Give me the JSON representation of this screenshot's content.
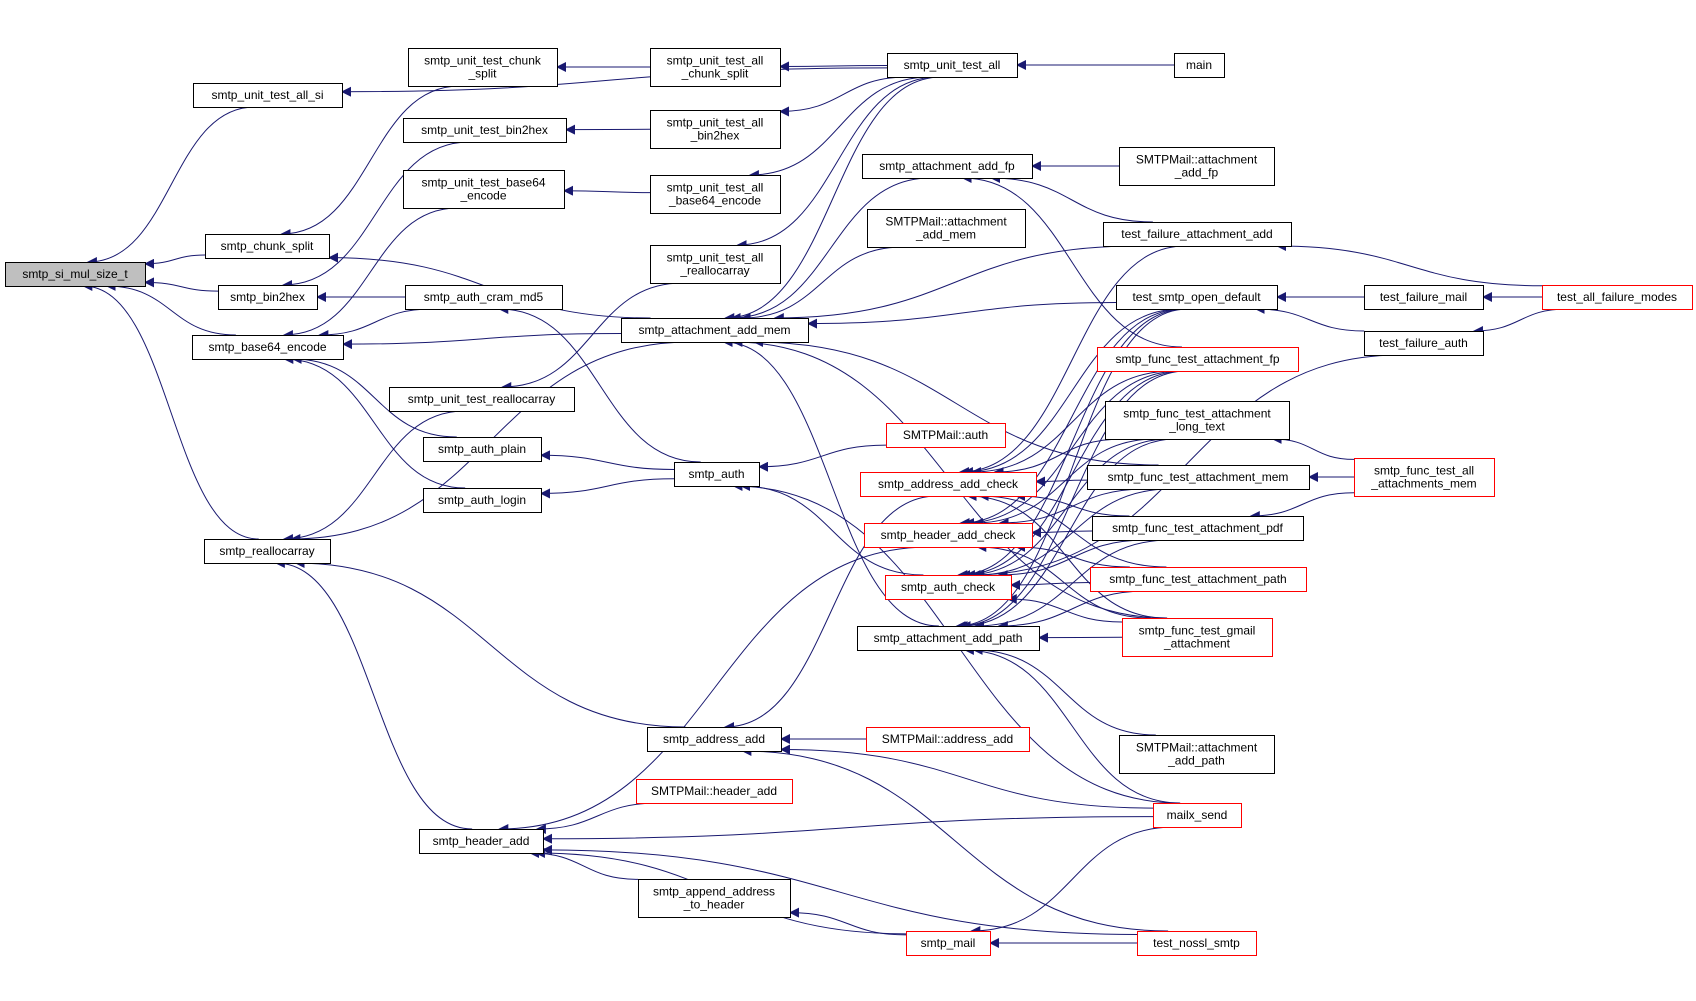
{
  "graph": {
    "edge_color": "#191970",
    "node_border_color": "#000000",
    "highlight_border_color": "#ff0000",
    "focus_fill_color": "#bfbfbf",
    "nodes": [
      {
        "id": "smtp_si_mul_size_t",
        "lines": [
          "smtp_si_mul_size_t"
        ],
        "focus": true
      },
      {
        "id": "smtp_unit_test_all_si",
        "lines": [
          "smtp_unit_test_all_si"
        ]
      },
      {
        "id": "smtp_unit_test_chunk_split",
        "lines": [
          "smtp_unit_test_chunk",
          "_split"
        ]
      },
      {
        "id": "smtp_unit_test_all_chunk_split",
        "lines": [
          "smtp_unit_test_all",
          "_chunk_split"
        ]
      },
      {
        "id": "smtp_unit_test_all",
        "lines": [
          "smtp_unit_test_all"
        ]
      },
      {
        "id": "main",
        "lines": [
          "main"
        ]
      },
      {
        "id": "smtp_unit_test_bin2hex",
        "lines": [
          "smtp_unit_test_bin2hex"
        ]
      },
      {
        "id": "smtp_unit_test_all_bin2hex",
        "lines": [
          "smtp_unit_test_all",
          "_bin2hex"
        ]
      },
      {
        "id": "smtp_unit_test_base64_encode",
        "lines": [
          "smtp_unit_test_base64",
          "_encode"
        ]
      },
      {
        "id": "smtp_unit_test_all_base64_encode",
        "lines": [
          "smtp_unit_test_all",
          "_base64_encode"
        ]
      },
      {
        "id": "smtp_attachment_add_fp",
        "lines": [
          "smtp_attachment_add_fp"
        ]
      },
      {
        "id": "SMTPMail_attachment_add_fp",
        "lines": [
          "SMTPMail::attachment",
          "_add_fp"
        ]
      },
      {
        "id": "SMTPMail_attachment_add_mem",
        "lines": [
          "SMTPMail::attachment",
          "_add_mem"
        ]
      },
      {
        "id": "test_failure_attachment_add",
        "lines": [
          "test_failure_attachment_add"
        ]
      },
      {
        "id": "smtp_chunk_split",
        "lines": [
          "smtp_chunk_split"
        ]
      },
      {
        "id": "smtp_unit_test_all_reallocarray",
        "lines": [
          "smtp_unit_test_all",
          "_reallocarray"
        ]
      },
      {
        "id": "smtp_bin2hex",
        "lines": [
          "smtp_bin2hex"
        ]
      },
      {
        "id": "smtp_auth_cram_md5",
        "lines": [
          "smtp_auth_cram_md5"
        ]
      },
      {
        "id": "test_smtp_open_default",
        "lines": [
          "test_smtp_open_default"
        ]
      },
      {
        "id": "test_failure_mail",
        "lines": [
          "test_failure_mail"
        ]
      },
      {
        "id": "test_all_failure_modes",
        "lines": [
          "test_all_failure_modes"
        ],
        "red": true
      },
      {
        "id": "smtp_attachment_add_mem",
        "lines": [
          "smtp_attachment_add_mem"
        ]
      },
      {
        "id": "smtp_base64_encode",
        "lines": [
          "smtp_base64_encode"
        ]
      },
      {
        "id": "test_failure_auth",
        "lines": [
          "test_failure_auth"
        ]
      },
      {
        "id": "smtp_func_test_attachment_fp",
        "lines": [
          "smtp_func_test_attachment_fp"
        ],
        "red": true
      },
      {
        "id": "smtp_unit_test_reallocarray",
        "lines": [
          "smtp_unit_test_reallocarray"
        ]
      },
      {
        "id": "smtp_func_test_attachment_long_text",
        "lines": [
          "smtp_func_test_attachment",
          "_long_text"
        ]
      },
      {
        "id": "smtp_auth_plain",
        "lines": [
          "smtp_auth_plain"
        ]
      },
      {
        "id": "SMTPMail_auth",
        "lines": [
          "SMTPMail::auth"
        ],
        "red": true
      },
      {
        "id": "smtp_func_test_all_attachments_mem",
        "lines": [
          "smtp_func_test_all",
          "_attachments_mem"
        ],
        "red": true
      },
      {
        "id": "smtp_auth",
        "lines": [
          "smtp_auth"
        ]
      },
      {
        "id": "smtp_address_add_check",
        "lines": [
          "smtp_address_add_check"
        ],
        "red": true
      },
      {
        "id": "smtp_func_test_attachment_mem",
        "lines": [
          "smtp_func_test_attachment_mem"
        ]
      },
      {
        "id": "smtp_auth_login",
        "lines": [
          "smtp_auth_login"
        ]
      },
      {
        "id": "smtp_header_add_check",
        "lines": [
          "smtp_header_add_check"
        ],
        "red": true
      },
      {
        "id": "smtp_func_test_attachment_pdf",
        "lines": [
          "smtp_func_test_attachment_pdf"
        ]
      },
      {
        "id": "smtp_reallocarray",
        "lines": [
          "smtp_reallocarray"
        ]
      },
      {
        "id": "smtp_auth_check",
        "lines": [
          "smtp_auth_check"
        ],
        "red": true
      },
      {
        "id": "smtp_func_test_attachment_path",
        "lines": [
          "smtp_func_test_attachment_path"
        ],
        "red": true
      },
      {
        "id": "smtp_func_test_gmail_attachment",
        "lines": [
          "smtp_func_test_gmail",
          "_attachment"
        ],
        "red": true
      },
      {
        "id": "smtp_attachment_add_path",
        "lines": [
          "smtp_attachment_add_path"
        ]
      },
      {
        "id": "smtp_address_add",
        "lines": [
          "smtp_address_add"
        ]
      },
      {
        "id": "SMTPMail_address_add",
        "lines": [
          "SMTPMail::address_add"
        ],
        "red": true
      },
      {
        "id": "SMTPMail_attachment_add_path",
        "lines": [
          "SMTPMail::attachment",
          "_add_path"
        ]
      },
      {
        "id": "SMTPMail_header_add",
        "lines": [
          "SMTPMail::header_add"
        ],
        "red": true
      },
      {
        "id": "mailx_send",
        "lines": [
          "mailx_send"
        ],
        "red": true
      },
      {
        "id": "smtp_header_add",
        "lines": [
          "smtp_header_add"
        ]
      },
      {
        "id": "smtp_append_address_to_header",
        "lines": [
          "smtp_append_address",
          "_to_header"
        ]
      },
      {
        "id": "smtp_mail",
        "lines": [
          "smtp_mail"
        ],
        "red": true
      },
      {
        "id": "test_nossl_smtp",
        "lines": [
          "test_nossl_smtp"
        ],
        "red": true
      }
    ],
    "edges": [
      [
        "smtp_unit_test_all_si",
        "smtp_si_mul_size_t"
      ],
      [
        "smtp_chunk_split",
        "smtp_si_mul_size_t"
      ],
      [
        "smtp_bin2hex",
        "smtp_si_mul_size_t"
      ],
      [
        "smtp_base64_encode",
        "smtp_si_mul_size_t"
      ],
      [
        "smtp_reallocarray",
        "smtp_si_mul_size_t"
      ],
      [
        "smtp_unit_test_all",
        "smtp_unit_test_all_si"
      ],
      [
        "smtp_unit_test_chunk_split",
        "smtp_chunk_split"
      ],
      [
        "smtp_unit_test_all_chunk_split",
        "smtp_unit_test_chunk_split"
      ],
      [
        "smtp_unit_test_all",
        "smtp_unit_test_all_chunk_split"
      ],
      [
        "main",
        "smtp_unit_test_all"
      ],
      [
        "smtp_unit_test_bin2hex",
        "smtp_bin2hex"
      ],
      [
        "smtp_unit_test_all_bin2hex",
        "smtp_unit_test_bin2hex"
      ],
      [
        "smtp_unit_test_all",
        "smtp_unit_test_all_bin2hex"
      ],
      [
        "smtp_unit_test_base64_encode",
        "smtp_base64_encode"
      ],
      [
        "smtp_unit_test_all_base64_encode",
        "smtp_unit_test_base64_encode"
      ],
      [
        "smtp_unit_test_all",
        "smtp_unit_test_all_base64_encode"
      ],
      [
        "smtp_unit_test_reallocarray",
        "smtp_reallocarray"
      ],
      [
        "smtp_unit_test_all_reallocarray",
        "smtp_unit_test_reallocarray"
      ],
      [
        "smtp_unit_test_all",
        "smtp_unit_test_all_reallocarray"
      ],
      [
        "smtp_auth_cram_md5",
        "smtp_bin2hex"
      ],
      [
        "smtp_auth_cram_md5",
        "smtp_base64_encode"
      ],
      [
        "smtp_auth_plain",
        "smtp_base64_encode"
      ],
      [
        "smtp_auth_login",
        "smtp_base64_encode"
      ],
      [
        "smtp_attachment_add_mem",
        "smtp_chunk_split"
      ],
      [
        "smtp_attachment_add_mem",
        "smtp_base64_encode"
      ],
      [
        "smtp_attachment_add_mem",
        "smtp_reallocarray"
      ],
      [
        "smtp_address_add",
        "smtp_reallocarray"
      ],
      [
        "smtp_header_add",
        "smtp_reallocarray"
      ],
      [
        "smtp_auth",
        "smtp_auth_cram_md5"
      ],
      [
        "smtp_auth",
        "smtp_auth_plain"
      ],
      [
        "smtp_auth",
        "smtp_auth_login"
      ],
      [
        "SMTPMail_auth",
        "smtp_auth"
      ],
      [
        "smtp_auth_check",
        "smtp_auth"
      ],
      [
        "mailx_send",
        "smtp_auth"
      ],
      [
        "smtp_attachment_add_fp",
        "smtp_attachment_add_mem"
      ],
      [
        "SMTPMail_attachment_add_mem",
        "smtp_attachment_add_mem"
      ],
      [
        "smtp_attachment_add_path",
        "smtp_attachment_add_mem"
      ],
      [
        "smtp_unit_test_all",
        "smtp_attachment_add_mem"
      ],
      [
        "test_failure_attachment_add",
        "smtp_attachment_add_mem"
      ],
      [
        "test_smtp_open_default",
        "smtp_attachment_add_mem"
      ],
      [
        "smtp_func_test_attachment_mem",
        "smtp_attachment_add_mem"
      ],
      [
        "smtp_func_test_gmail_attachment",
        "smtp_attachment_add_mem"
      ],
      [
        "SMTPMail_attachment_add_fp",
        "smtp_attachment_add_fp"
      ],
      [
        "test_failure_attachment_add",
        "smtp_attachment_add_fp"
      ],
      [
        "smtp_func_test_attachment_fp",
        "smtp_attachment_add_fp"
      ],
      [
        "test_all_failure_modes",
        "test_failure_attachment_add"
      ],
      [
        "test_failure_mail",
        "test_smtp_open_default"
      ],
      [
        "test_failure_auth",
        "test_smtp_open_default"
      ],
      [
        "test_all_failure_modes",
        "test_failure_mail"
      ],
      [
        "test_all_failure_modes",
        "test_failure_auth"
      ],
      [
        "test_failure_auth",
        "smtp_auth_check"
      ],
      [
        "smtp_func_test_all_attachments_mem",
        "smtp_func_test_attachment_long_text"
      ],
      [
        "smtp_func_test_all_attachments_mem",
        "smtp_func_test_attachment_mem"
      ],
      [
        "smtp_func_test_all_attachments_mem",
        "smtp_func_test_attachment_pdf"
      ],
      [
        "test_failure_attachment_add",
        "smtp_address_add_check"
      ],
      [
        "test_smtp_open_default",
        "smtp_address_add_check"
      ],
      [
        "smtp_func_test_attachment_fp",
        "smtp_address_add_check"
      ],
      [
        "smtp_func_test_attachment_long_text",
        "smtp_address_add_check"
      ],
      [
        "smtp_func_test_attachment_mem",
        "smtp_address_add_check"
      ],
      [
        "smtp_func_test_attachment_pdf",
        "smtp_address_add_check"
      ],
      [
        "smtp_func_test_attachment_path",
        "smtp_address_add_check"
      ],
      [
        "smtp_func_test_gmail_attachment",
        "smtp_address_add_check"
      ],
      [
        "test_smtp_open_default",
        "smtp_header_add_check"
      ],
      [
        "smtp_func_test_attachment_fp",
        "smtp_header_add_check"
      ],
      [
        "smtp_func_test_attachment_long_text",
        "smtp_header_add_check"
      ],
      [
        "smtp_func_test_attachment_mem",
        "smtp_header_add_check"
      ],
      [
        "smtp_func_test_attachment_pdf",
        "smtp_header_add_check"
      ],
      [
        "smtp_func_test_attachment_path",
        "smtp_header_add_check"
      ],
      [
        "smtp_func_test_gmail_attachment",
        "smtp_header_add_check"
      ],
      [
        "test_smtp_open_default",
        "smtp_auth_check"
      ],
      [
        "smtp_func_test_attachment_fp",
        "smtp_auth_check"
      ],
      [
        "smtp_func_test_attachment_long_text",
        "smtp_auth_check"
      ],
      [
        "smtp_func_test_attachment_mem",
        "smtp_auth_check"
      ],
      [
        "smtp_func_test_attachment_pdf",
        "smtp_auth_check"
      ],
      [
        "smtp_func_test_attachment_path",
        "smtp_auth_check"
      ],
      [
        "smtp_func_test_gmail_attachment",
        "smtp_auth_check"
      ],
      [
        "test_smtp_open_default",
        "smtp_attachment_add_path"
      ],
      [
        "smtp_func_test_attachment_fp",
        "smtp_attachment_add_path"
      ],
      [
        "smtp_func_test_attachment_long_text",
        "smtp_attachment_add_path"
      ],
      [
        "smtp_func_test_attachment_pdf",
        "smtp_attachment_add_path"
      ],
      [
        "smtp_func_test_attachment_path",
        "smtp_attachment_add_path"
      ],
      [
        "smtp_func_test_gmail_attachment",
        "smtp_attachment_add_path"
      ],
      [
        "SMTPMail_attachment_add_path",
        "smtp_attachment_add_path"
      ],
      [
        "mailx_send",
        "smtp_attachment_add_path"
      ],
      [
        "smtp_address_add_check",
        "smtp_address_add"
      ],
      [
        "SMTPMail_address_add",
        "smtp_address_add"
      ],
      [
        "mailx_send",
        "smtp_address_add"
      ],
      [
        "test_nossl_smtp",
        "smtp_address_add"
      ],
      [
        "smtp_header_add_check",
        "smtp_header_add"
      ],
      [
        "SMTPMail_header_add",
        "smtp_header_add"
      ],
      [
        "mailx_send",
        "smtp_header_add"
      ],
      [
        "smtp_append_address_to_header",
        "smtp_header_add"
      ],
      [
        "smtp_mail",
        "smtp_header_add"
      ],
      [
        "test_nossl_smtp",
        "smtp_header_add"
      ],
      [
        "smtp_mail",
        "smtp_append_address_to_header"
      ],
      [
        "mailx_send",
        "smtp_mail"
      ],
      [
        "test_nossl_smtp",
        "smtp_mail"
      ]
    ]
  }
}
